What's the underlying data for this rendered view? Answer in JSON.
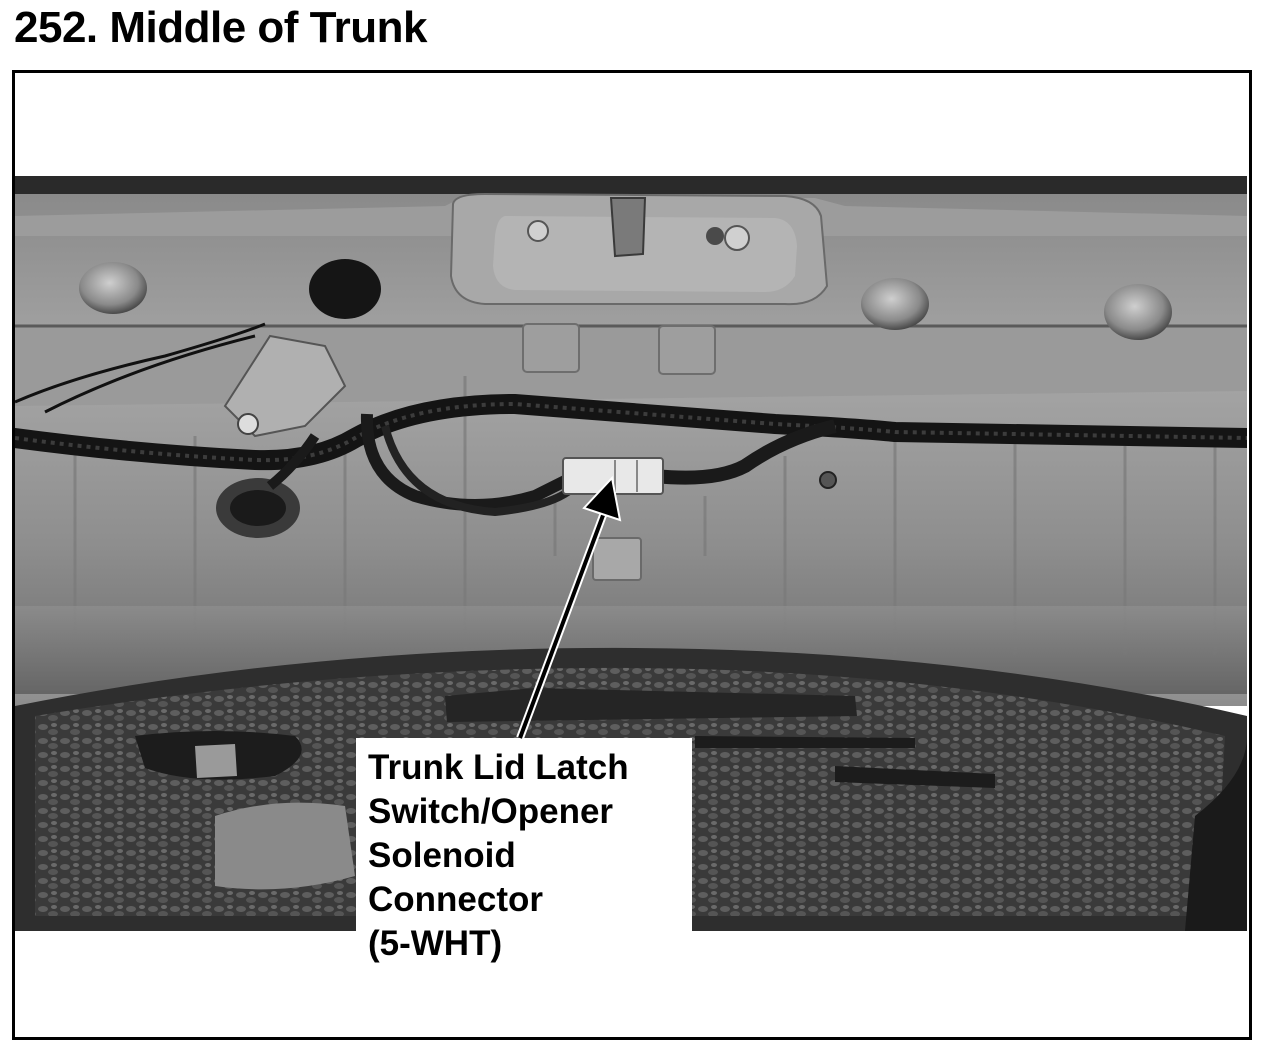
{
  "header": {
    "title": "252. Middle of Trunk"
  },
  "photo": {
    "description_style": "grayscale"
  },
  "callout": {
    "lines": [
      "Trunk Lid Latch",
      "Switch/Opener",
      "Solenoid",
      "Connector",
      "(5-WHT)"
    ]
  },
  "colors": {
    "border": "#000000",
    "background": "#ffffff"
  }
}
